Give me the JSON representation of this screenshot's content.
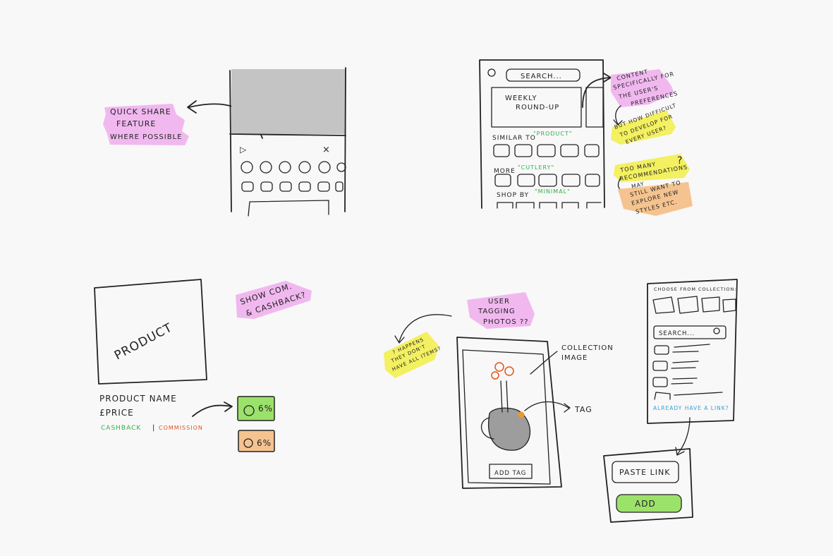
{
  "notes": {
    "quick_share": [
      "QUICK SHARE",
      "FEATURE",
      "WHERE POSSIBLE"
    ],
    "content_specific": [
      "CONTENT",
      "SPECIFICALLY FOR",
      "THE USER'S",
      "PREFERENCES"
    ],
    "how_difficult": [
      "BUT HOW DIFFICULT",
      "TO DEVELOP FOR",
      "EVERY USER?"
    ],
    "too_many": [
      "TOO MANY",
      "RECOMMENDATIONS",
      "?"
    ],
    "explore": [
      "MAY",
      "STILL WANT TO",
      "EXPLORE NEW",
      "STYLES ETC."
    ],
    "show_com": [
      "SHOW COM.",
      "& CASHBACK?"
    ],
    "user_tagging": [
      "USER",
      "TAGGING",
      "PHOTOS ??"
    ],
    "happens": [
      "? HAPPENS",
      "THEY DON'T",
      "HAVE ALL ITEMS?"
    ]
  },
  "screens": {
    "search_label": "SEARCH...",
    "weekly": [
      "WEEKLY",
      "ROUND-UP"
    ],
    "similar_prefix": "SIMILAR TO",
    "similar_value": "\"PRODUCT\"",
    "more_prefix": "MORE",
    "more_value": "\"CUTLERY\"",
    "shop_prefix": "SHOP BY",
    "shop_value": "\"MINIMAL\"",
    "product_box": "PRODUCT",
    "product_name": "PRODUCT NAME",
    "price": "£PRICE",
    "cashback": "CASHBACK",
    "separator": "|",
    "commission": "COMMISSION",
    "badge_green": "6%",
    "badge_orange": "6%",
    "collection_image": [
      "COLLECTION",
      "IMAGE"
    ],
    "tag": "TAG",
    "add_tag": "ADD TAG",
    "choose_collection": "CHOOSE FROM COLLECTION:",
    "search2": "SEARCH...",
    "already_link": "ALREADY HAVE A LINK?",
    "paste_link": "PASTE LINK",
    "add_btn": "ADD"
  },
  "colors": {
    "pink": "#f1b8ef",
    "yellow": "#f3f061",
    "orange": "#f5c38f",
    "green": "#9be26a",
    "cashback": "#2bb14a",
    "commission": "#e2551b",
    "link": "#3a9fd6"
  }
}
